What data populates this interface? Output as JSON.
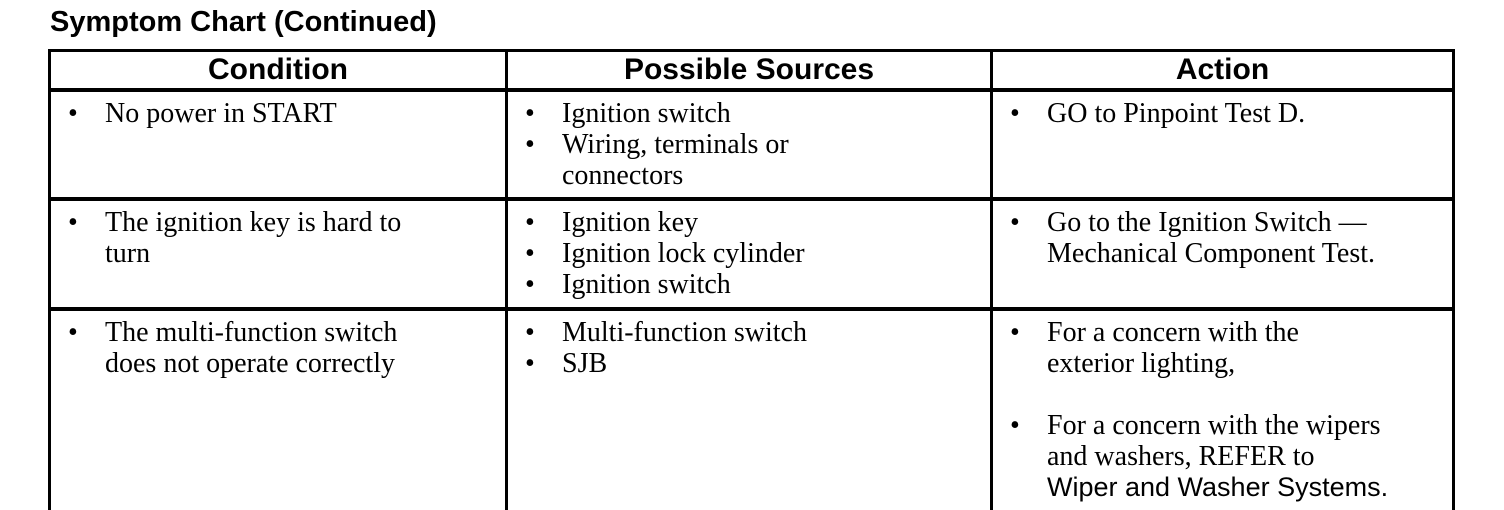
{
  "page": {
    "title": "Symptom Chart (Continued)"
  },
  "icons": {
    "bullet": "•"
  },
  "table": {
    "headers": [
      "Condition",
      "Possible Sources",
      "Action"
    ],
    "rows": [
      {
        "condition": [
          "No power in START"
        ],
        "sources": [
          "Ignition switch",
          "Wiring, terminals or connectors"
        ],
        "actions": [
          {
            "text": "GO to Pinpoint Test D."
          }
        ]
      },
      {
        "condition": [
          "The ignition key is hard to turn"
        ],
        "sources": [
          "Ignition key",
          "Ignition lock cylinder",
          "Ignition switch"
        ],
        "actions": [
          {
            "text": "Go to the Ignition Switch — Mechanical Component Test."
          }
        ]
      },
      {
        "condition": [
          "The multi-function switch does not operate correctly"
        ],
        "sources": [
          "Multi-function switch",
          "SJB"
        ],
        "actions": [
          {
            "text": "For a concern with the exterior lighting,"
          },
          {
            "text": "For a concern with the wipers and washers, REFER to",
            "reference": "Wiper and Washer Systems."
          }
        ]
      }
    ]
  }
}
